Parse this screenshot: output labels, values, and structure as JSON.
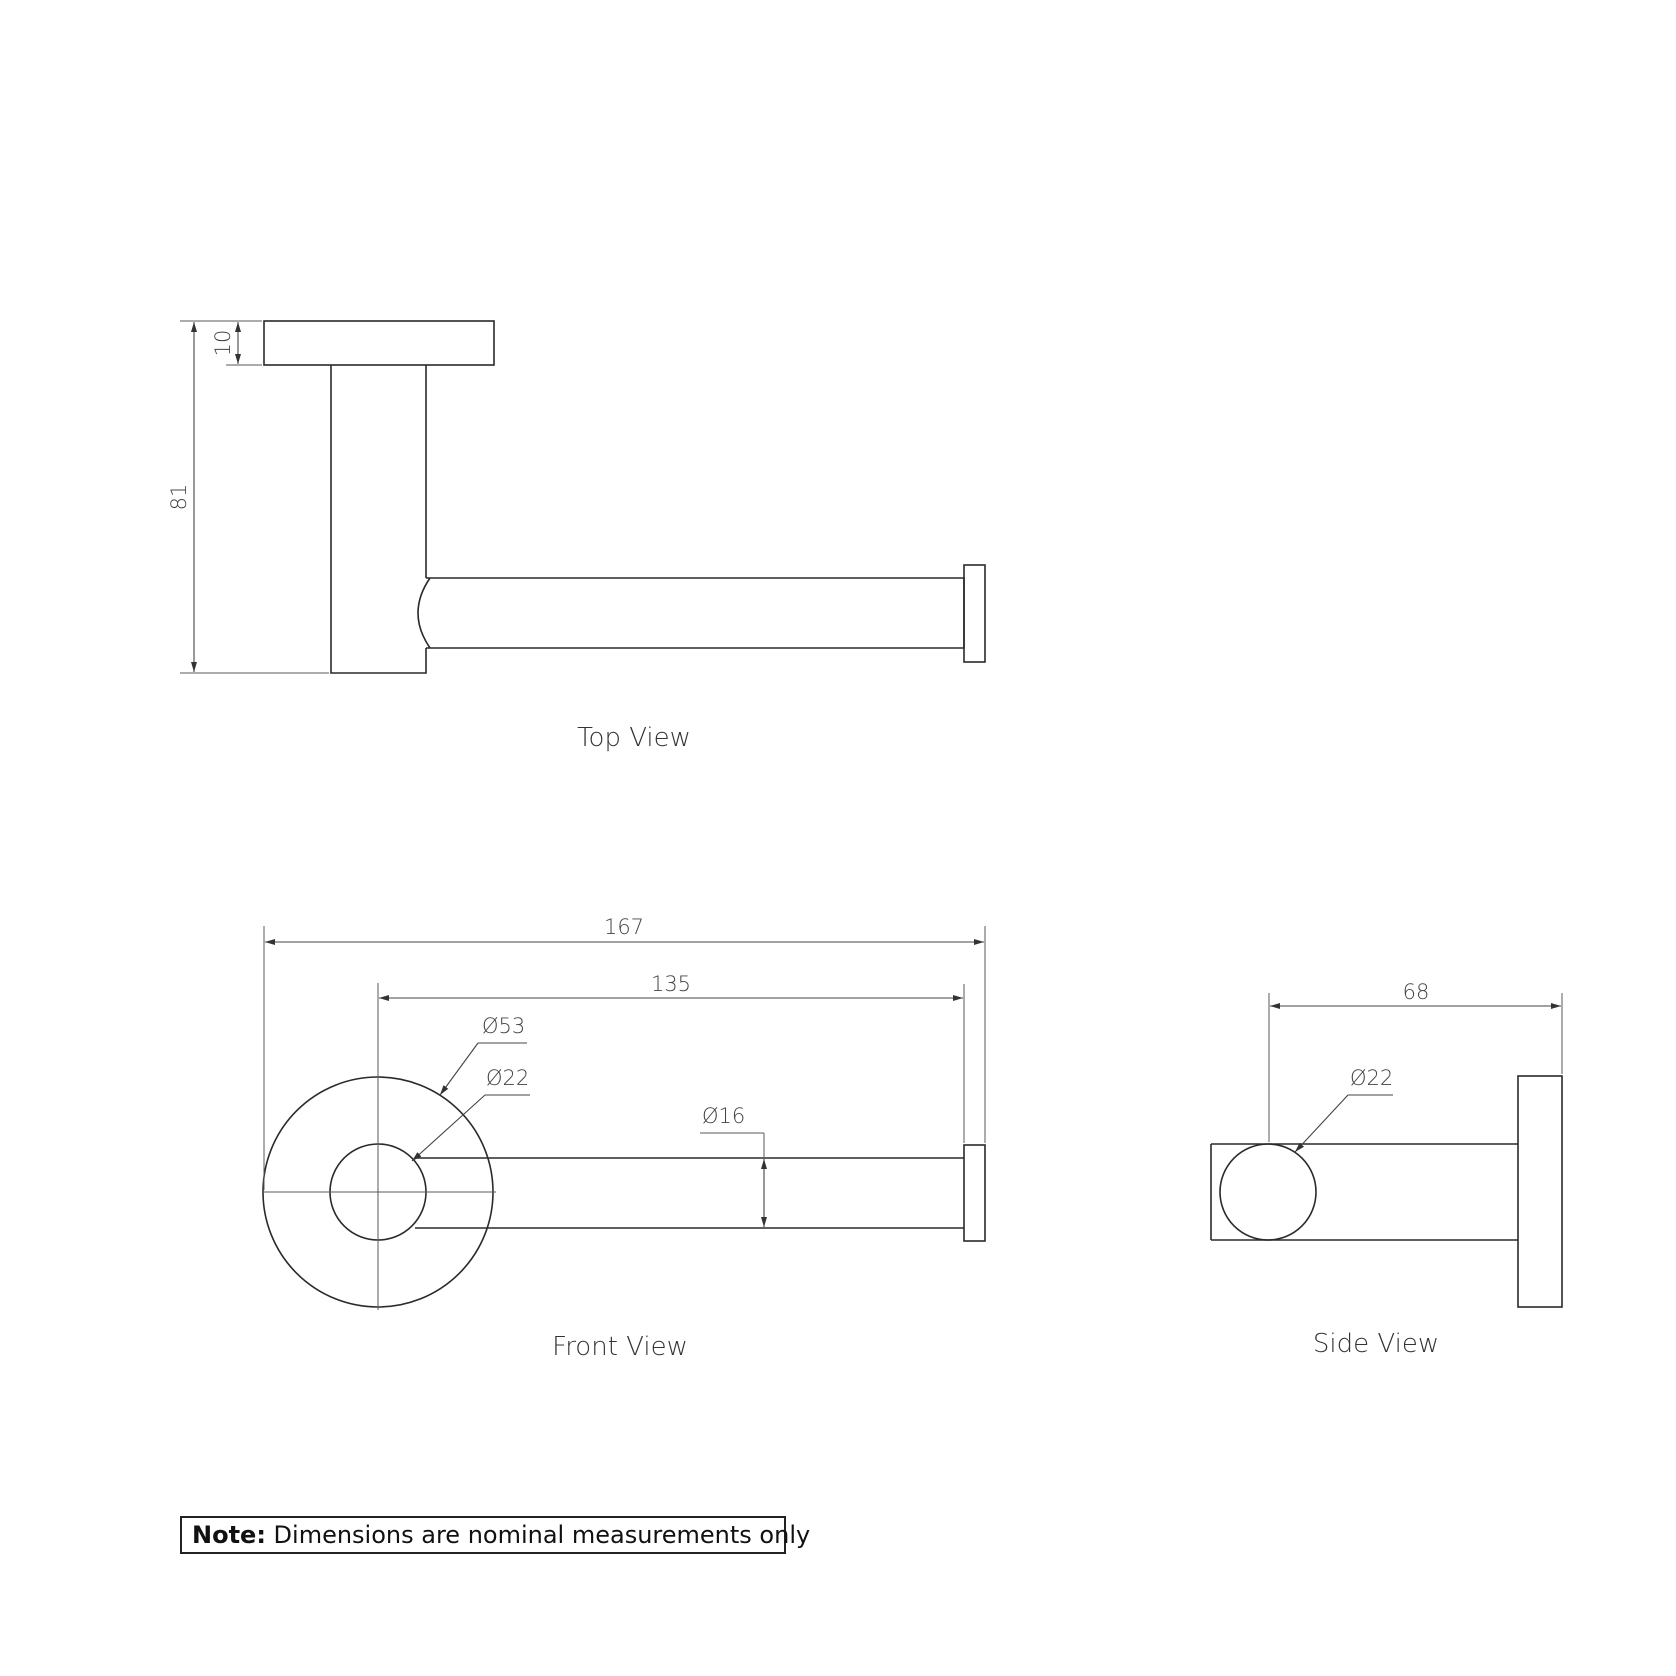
{
  "views": {
    "top": {
      "label": "Top View",
      "dims": {
        "overall_depth": "81",
        "plate_thickness": "10"
      }
    },
    "front": {
      "label": "Front View",
      "dims": {
        "overall_length": "167",
        "arm_length": "135",
        "plate_diameter": "Ø53",
        "boss_diameter": "Ø22",
        "rod_diameter": "Ø16"
      }
    },
    "side": {
      "label": "Side View",
      "dims": {
        "projection": "68",
        "boss_diameter": "Ø22"
      }
    }
  },
  "note": {
    "prefix": "Note:",
    "text": " Dimensions are nominal measurements only"
  }
}
